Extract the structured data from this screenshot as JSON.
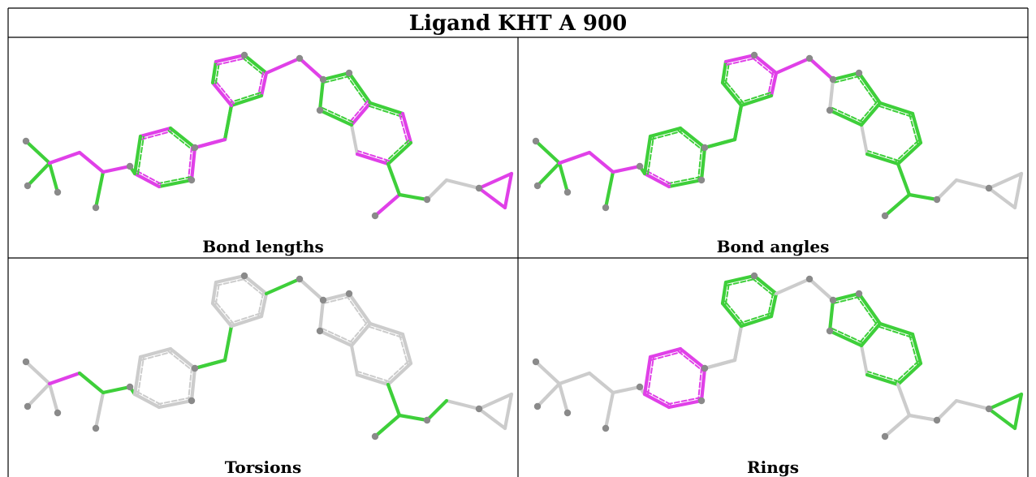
{
  "title": "Ligand KHT A 900",
  "colors": {
    "outlier": "#e040e8",
    "ok": "#3ecf3a",
    "none": "#cccccc",
    "atom": "#8a8a8a"
  },
  "panels": [
    {
      "caption": "Bond lengths",
      "bonds": {
        "b1": "ok",
        "b2": "ok",
        "b3": "ok",
        "b4": "outlier",
        "b5": "outlier",
        "b6": "ok",
        "b7": "outlier",
        "b8": "ok",
        "b9": "outlier",
        "b10": "ok",
        "c1": "outlier",
        "c2": "ok",
        "c3": "outlier",
        "c4": "ok",
        "c5": "outlier",
        "c6": "ok",
        "ch1": "ok",
        "ch2": "outlier",
        "d1": "ok",
        "d2": "outlier",
        "d3": "ok",
        "d4": "outlier",
        "d5": "ok",
        "d6": "outlier",
        "o1": "outlier",
        "o2": "outlier",
        "f1": "ok",
        "f2": "ok",
        "f3": "outlier",
        "f4": "ok",
        "f5": "ok",
        "g1": "ok",
        "g2": "outlier",
        "g3": "ok",
        "g4": "outlier",
        "k1": "ok",
        "k2": "outlier",
        "k3": "ok",
        "k4": "none",
        "cp1": "outlier",
        "cp2": "outlier",
        "cp3": "outlier"
      }
    },
    {
      "caption": "Bond angles",
      "bonds": {
        "b1": "ok",
        "b2": "ok",
        "b3": "ok",
        "b4": "outlier",
        "b5": "outlier",
        "b6": "ok",
        "b7": "outlier",
        "b8": "ok",
        "b9": "ok",
        "b10": "ok",
        "c1": "ok",
        "c2": "ok",
        "c3": "ok",
        "c4": "ok",
        "c5": "outlier",
        "c6": "ok",
        "ch1": "ok",
        "ch2": "ok",
        "d1": "outlier",
        "d2": "outlier",
        "d3": "ok",
        "d4": "ok",
        "d5": "ok",
        "d6": "outlier",
        "o1": "outlier",
        "o2": "outlier",
        "f1": "ok",
        "f2": "ok",
        "f3": "ok",
        "f4": "ok",
        "f5": "none",
        "g1": "ok",
        "g2": "ok",
        "g3": "ok",
        "g4": "ok",
        "k1": "ok",
        "k2": "ok",
        "k3": "ok",
        "k4": "none",
        "cp1": "none",
        "cp2": "none",
        "cp3": "none"
      }
    },
    {
      "caption": "Torsions",
      "bonds": {
        "b1": "none",
        "b2": "none",
        "b3": "none",
        "b4": "outlier",
        "b5": "ok",
        "b6": "none",
        "b7": "ok",
        "b8": "ok",
        "b9": "ok",
        "b10": "none",
        "c1": "none",
        "c2": "none",
        "c3": "none",
        "c4": "none",
        "c5": "none",
        "c6": "none",
        "ch1": "ok",
        "ch2": "ok",
        "d1": "none",
        "d2": "none",
        "d3": "none",
        "d4": "none",
        "d5": "none",
        "d6": "none",
        "o1": "ok",
        "o2": "none",
        "f1": "none",
        "f2": "none",
        "f3": "none",
        "f4": "none",
        "f5": "none",
        "g1": "none",
        "g2": "none",
        "g3": "none",
        "g4": "none",
        "k1": "ok",
        "k2": "ok",
        "k3": "ok",
        "k4": "ok",
        "cp1": "none",
        "cp2": "none",
        "cp3": "none"
      }
    },
    {
      "caption": "Rings",
      "bonds": {
        "b1": "none",
        "b2": "none",
        "b3": "none",
        "b4": "none",
        "b5": "none",
        "b6": "none",
        "b7": "none",
        "b8": "none",
        "b9": "none",
        "b10": "none",
        "c1": "outlier",
        "c2": "outlier",
        "c3": "outlier",
        "c4": "outlier",
        "c5": "outlier",
        "c6": "outlier",
        "ch1": "none",
        "ch2": "none",
        "d1": "ok",
        "d2": "ok",
        "d3": "ok",
        "d4": "ok",
        "d5": "ok",
        "d6": "ok",
        "o1": "none",
        "o2": "none",
        "f1": "ok",
        "f2": "ok",
        "f3": "ok",
        "f4": "ok",
        "f5": "ok",
        "g1": "ok",
        "g2": "ok",
        "g3": "ok",
        "g4": "ok",
        "k1": "none",
        "k2": "none",
        "k3": "none",
        "k4": "none",
        "cp1": "ok",
        "cp2": "ok",
        "cp3": "ok"
      }
    }
  ]
}
